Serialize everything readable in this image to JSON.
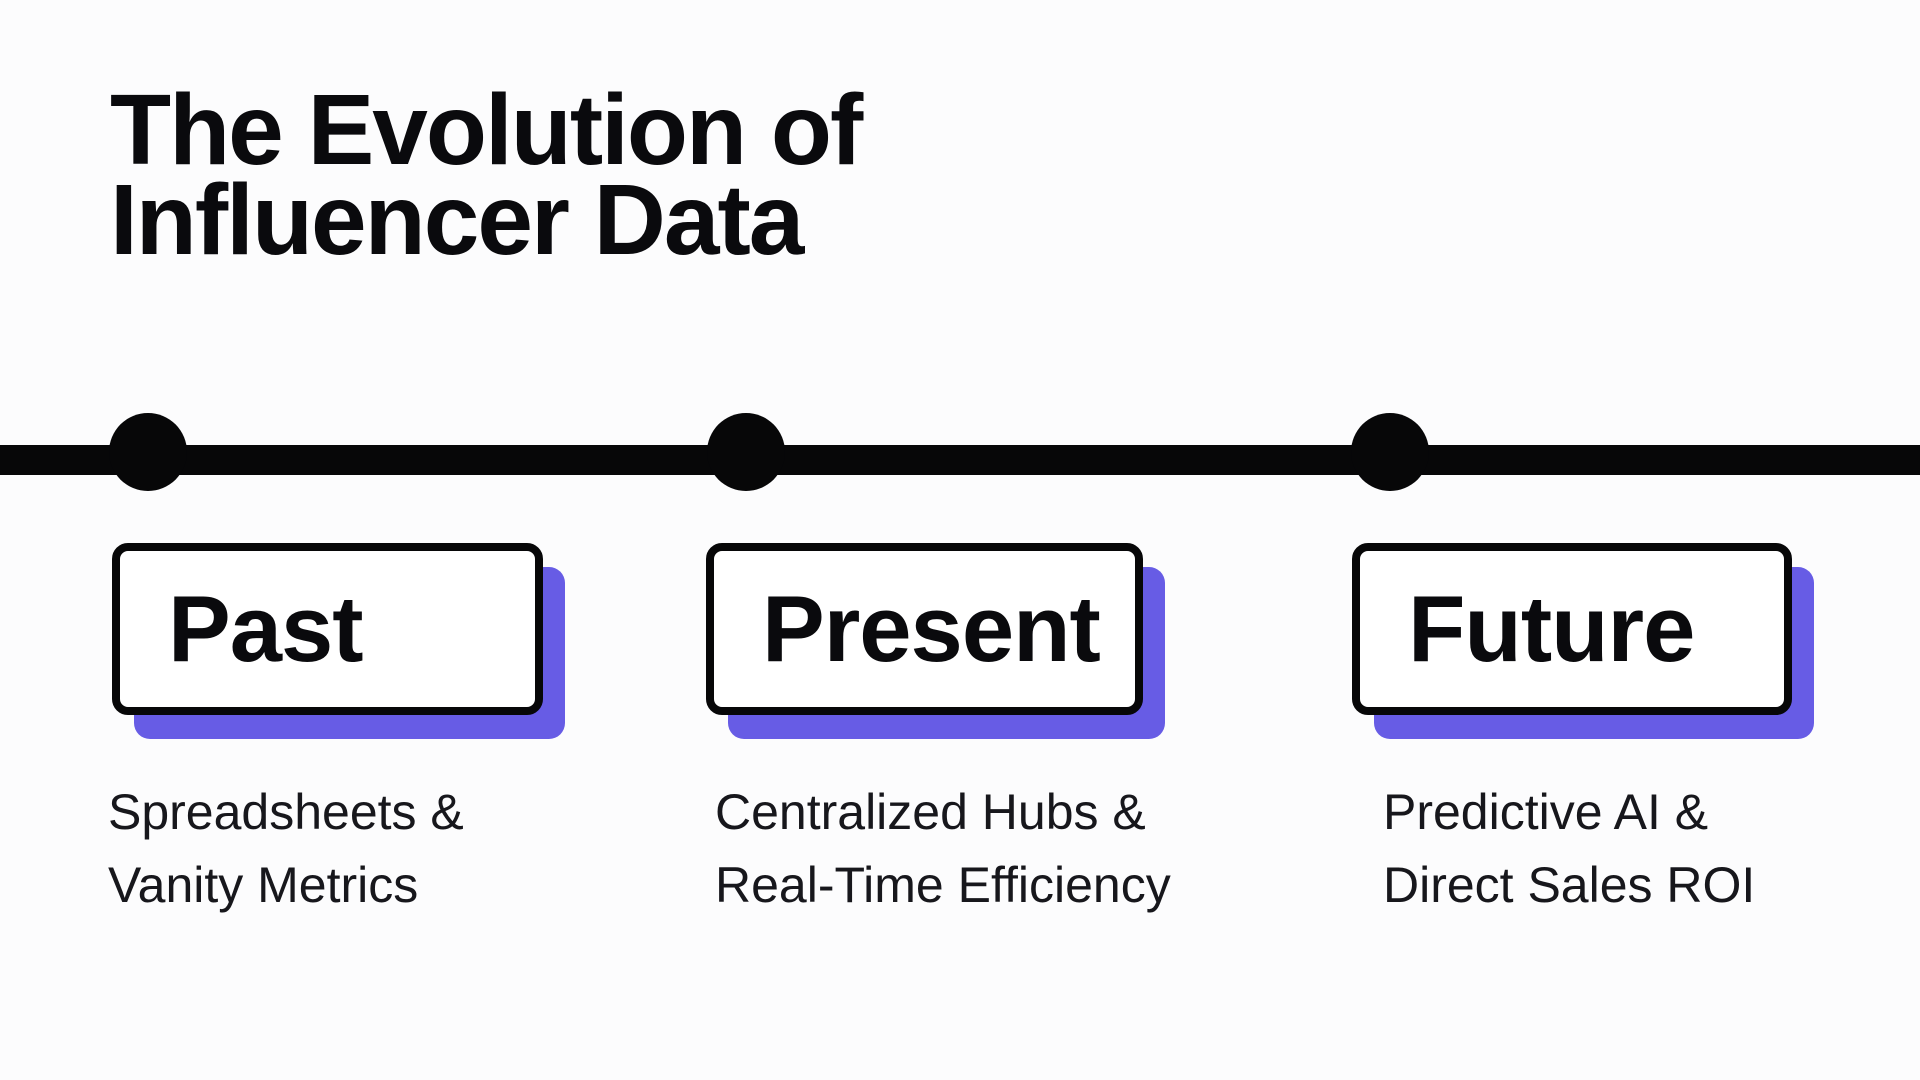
{
  "slide": {
    "title": "The Evolution of\nInfluencer Data",
    "accent_color": "#675CE5",
    "line_color": "#070708",
    "background_color": "#FCFCFD"
  },
  "timeline": {
    "milestones": [
      {
        "label": "Past",
        "description": "Spreadsheets &\nVanity Metrics"
      },
      {
        "label": "Present",
        "description": "Centralized Hubs &\nReal-Time Efficiency"
      },
      {
        "label": "Future",
        "description": "Predictive AI &\nDirect Sales ROI"
      }
    ]
  }
}
